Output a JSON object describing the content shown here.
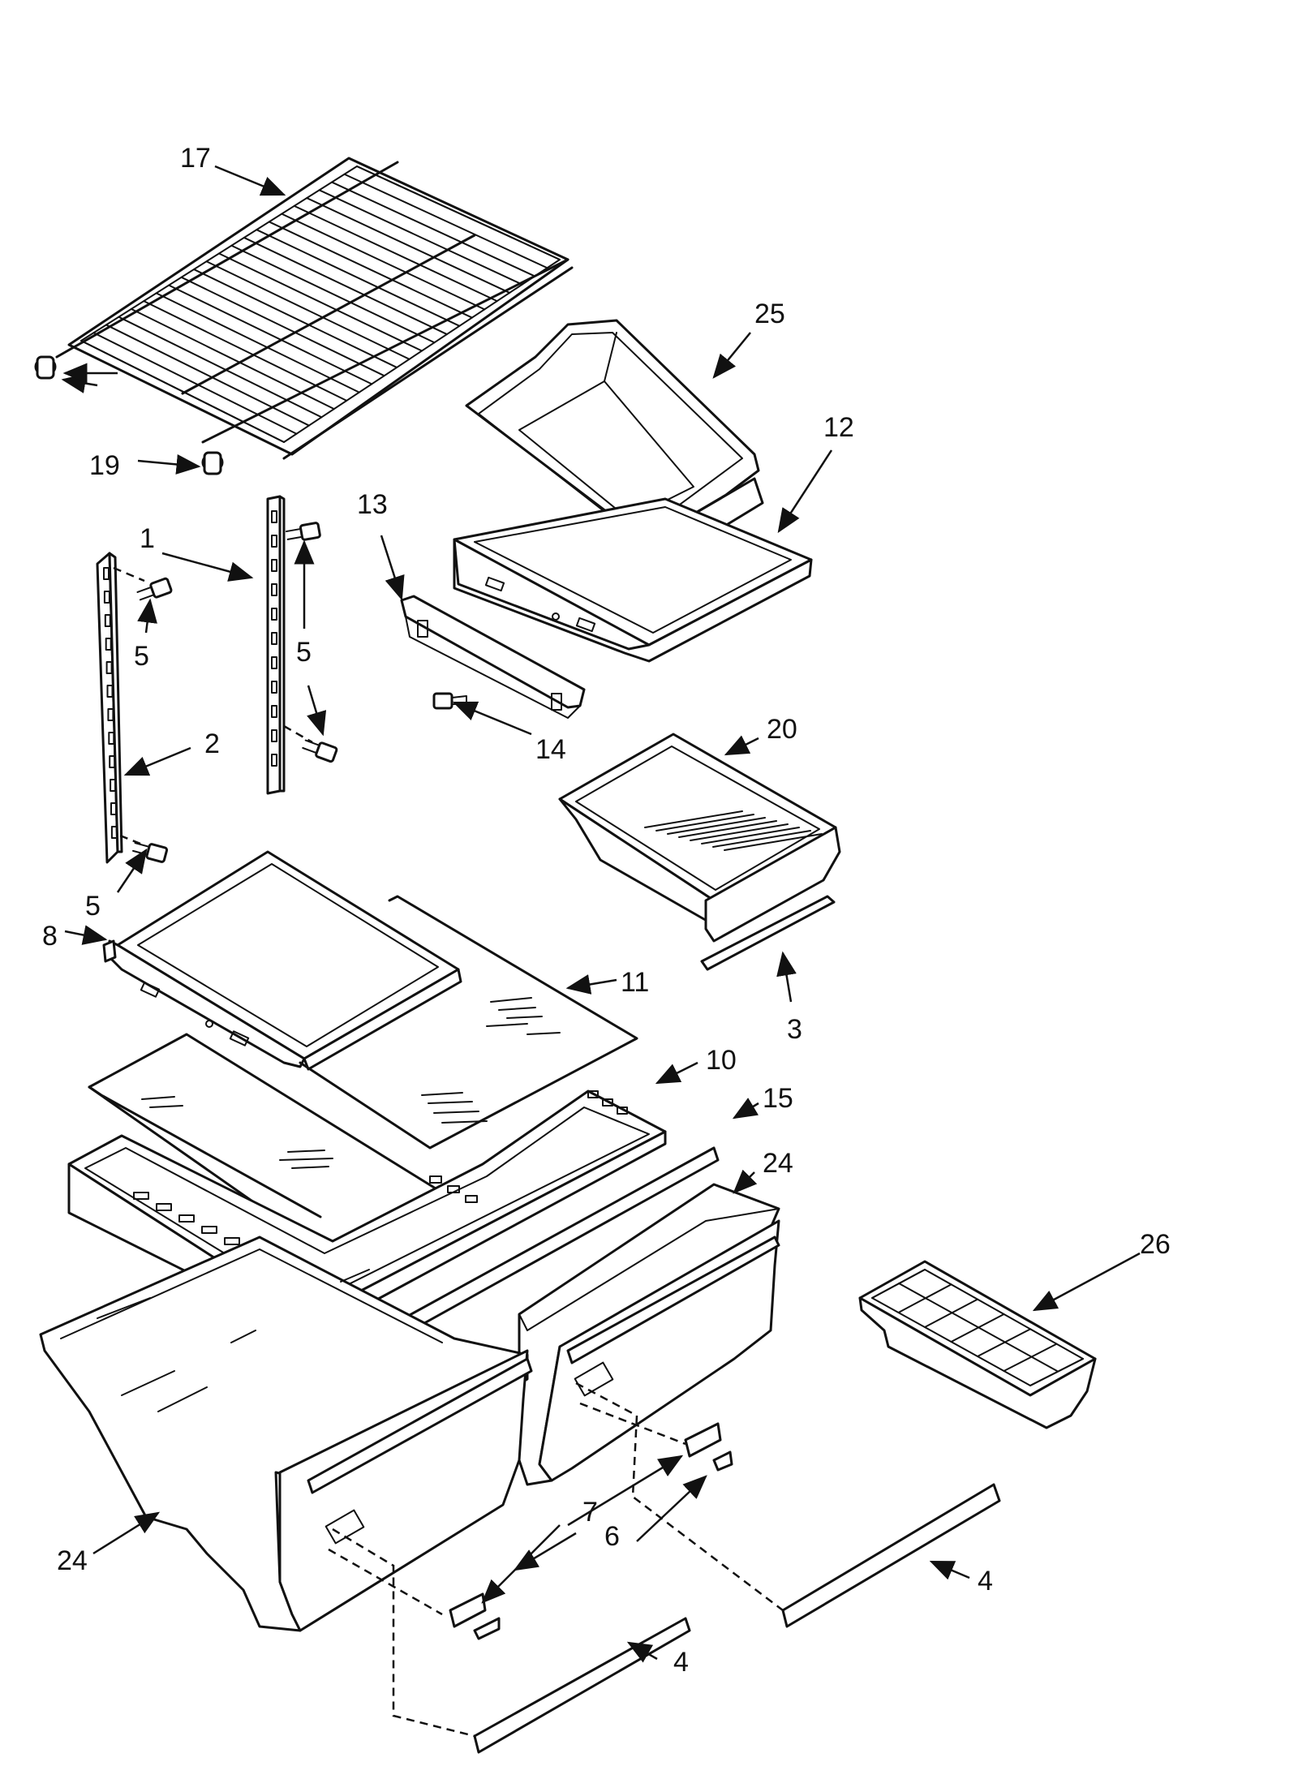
{
  "callouts": {
    "c17": "17",
    "c25": "25",
    "c12": "12",
    "c19": "19",
    "c13": "13",
    "c1": "1",
    "c5a": "5",
    "c5b": "5",
    "c5c": "5",
    "c14": "14",
    "c2": "2",
    "c20": "20",
    "c8": "8",
    "c11": "11",
    "c3": "3",
    "c10": "10",
    "c15": "15",
    "c24a": "24",
    "c24b": "24",
    "c26": "26",
    "c7": "7",
    "c6": "6",
    "c4a": "4",
    "c4b": "4"
  }
}
